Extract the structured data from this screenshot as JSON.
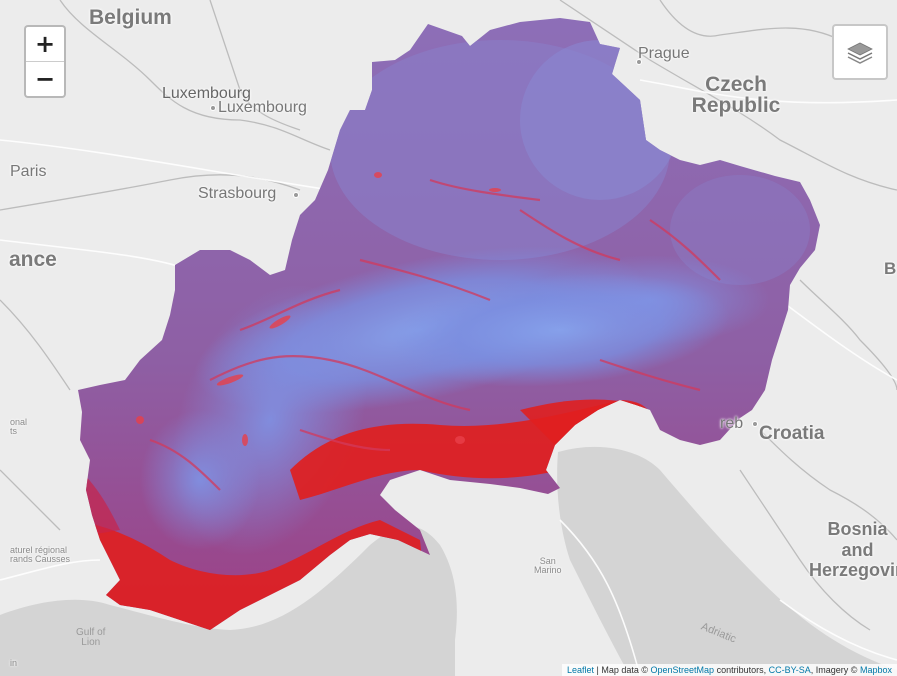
{
  "map": {
    "labels": {
      "belgium": "Belgium",
      "luxembourg_country": "Luxembourg",
      "luxembourg_city": "Luxembourg",
      "paris": "Paris",
      "strasbourg": "Strasbourg",
      "france_partial": "ance",
      "prague": "Prague",
      "czech_line1": "Czech",
      "czech_line2": "Republic",
      "croatia": "Croatia",
      "croatia_prefix": "reb",
      "bosnia_line1": "Bosnia",
      "bosnia_line2": "and",
      "bosnia_line3": "Herzegovin",
      "san_marino_line1": "San",
      "san_marino_line2": "Marino",
      "gulf_line1": "Gulf of",
      "gulf_line2": "Lion",
      "adriatic": "Adriatic",
      "park_line1": "aturel régional",
      "park_line2": "rands Causses",
      "onal_line1": "onal",
      "onal_line2": "ts",
      "left_edge": "in",
      "b_edge": "B"
    },
    "raster_overlay": {
      "region": "Alpine region",
      "high_color": "#7c8ee0",
      "mid_color": "#9a4f8f",
      "low_color": "#e31a1c"
    },
    "colors": {
      "water": "#d4d4d4",
      "land": "#ececec",
      "border": "#b8b8b8"
    }
  },
  "controls": {
    "zoom_in": "+",
    "zoom_out": "−",
    "layers_icon": "layers-icon"
  },
  "attribution": {
    "leaflet": "Leaflet",
    "map_data": "| Map data ©",
    "osm": "OpenStreetMap",
    "contributors": "contributors,",
    "license": "CC-BY-SA",
    "imagery": ", Imagery ©",
    "mapbox": "Mapbox"
  }
}
